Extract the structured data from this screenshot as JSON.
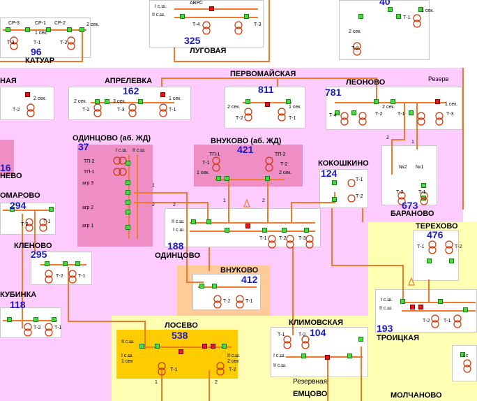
{
  "colors": {
    "pink_zone": "#ffccff",
    "yellow_zone": "#ffffb4",
    "hot_pink": "#ee8ec4",
    "line": "#f07a2a",
    "switch_on": "#44dd33",
    "switch_off": "#ee1111",
    "number": "#1a1acc"
  },
  "substations": {
    "katuar": {
      "name": "КАТУАР",
      "num": "96",
      "l1": "СР-3",
      "l2": "СР-1",
      "l3": "СР-2",
      "l4": "1 сек.",
      "l5": "2 сек.",
      "t1": "Т-3",
      "t2": "Т-1",
      "t3": "Т-2"
    },
    "lugovaya": {
      "name": "ЛУГОВАЯ",
      "num": "325",
      "l1": "I с.ш.",
      "l2": "II с.ш.",
      "l3": "АВРС",
      "t1": "Т-4",
      "t2": "Т-3"
    },
    "top_right": {
      "num": "40",
      "l1": "1 сек.",
      "l2": "2 сек.",
      "t1": "Т-1",
      "t2": "Т-2"
    },
    "left_top": {
      "name": "НАЯ",
      "l1": "2 сек.",
      "t1": "Т-2"
    },
    "aprelevka": {
      "name": "АПРЕЛЕВКА",
      "num": "162",
      "l1": "2 сек.",
      "l2": "3 сек.",
      "l3": "1 сек.",
      "t1": "Т-2",
      "t2": "Т-3",
      "t3": "Т-1"
    },
    "pervomaiskaya": {
      "name": "ПЕРВОМАЙСКАЯ",
      "num": "811",
      "l1": "2 сек.",
      "l2": "1 сек.",
      "t1": "Т-2",
      "t2": "Т-1"
    },
    "leonovo": {
      "name": "ЛЕОНОВО",
      "num": "781",
      "l1": "Резерв",
      "l2": "2 сек.",
      "l3": "1 сек.",
      "t1": "Т-4",
      "t2": "Т-2",
      "t3": "Т-1",
      "t4": "Т-3"
    },
    "odintsovo_zhd": {
      "name": "ОДИНЦОВО (аб. ЖД)",
      "num": "37",
      "l1": "I с.ш.",
      "l2": "II с.ш.",
      "l3": "ТП-2",
      "l4": "ТП-1",
      "l5": "агр 3",
      "l6": "агр 2",
      "l7": "агр 1",
      "n1": "1",
      "n2": "2"
    },
    "vnukovo_zhd": {
      "name": "ВНУКОВО (аб. ЖД)",
      "num": "421",
      "l1": "ТП-1",
      "l2": "ТП-2",
      "l3": "1 сек.",
      "l4": "2 сек.",
      "t1": "Т-1",
      "t2": "Т-2"
    },
    "kokoshkino": {
      "name": "КОКОШКИНО",
      "num": "124",
      "t1": "Т-1",
      "t2": "Т-2"
    },
    "baranovo": {
      "name": "БАРАНОВО",
      "num": "673",
      "l1": "№2",
      "l2": "№1",
      "t1": "Т-2",
      "t2": "Т-1",
      "n1": "2",
      "n2": "1"
    },
    "left_16": {
      "num": "16",
      "name": "НЕВО"
    },
    "komarovo": {
      "name": "ОМАРОВО",
      "num": "294",
      "t1": "Т-2",
      "t2": "Т-1"
    },
    "klenovo": {
      "name": "КЛЕНОВО",
      "num": "295",
      "t1": "Т-2",
      "t2": "Т-1"
    },
    "odintsovo": {
      "name": "ОДИНЦОВО",
      "num": "188",
      "l1": "II с.ш.",
      "l2": "I с.ш.",
      "t1": "Т-1",
      "t2": "Т-2",
      "t3": "Т-3",
      "n1": "1",
      "n2": "2",
      "n3": "1",
      "n4": "2"
    },
    "vnukovo": {
      "name": "ВНУКОВО",
      "num": "412",
      "t1": "Т-2",
      "t2": "Т-1"
    },
    "terekhovo": {
      "name": "ТЕРЕХОВО",
      "num": "476",
      "t1": "Т-1",
      "t2": "Т-2"
    },
    "troitskaya": {
      "name": "ТРОИЦКАЯ",
      "num": "193",
      "l1": "I с.ш.",
      "l2": "II с.ш.",
      "t1": "Т-2",
      "t2": "Т-1"
    },
    "kubinka": {
      "name": "КУБИНКА",
      "num": "118",
      "t1": "Т-2",
      "t2": "Т-1"
    },
    "losevo": {
      "name": "ЛОСЕВО",
      "num": "538",
      "l1": "II с.ш.",
      "l2": "I с.ш.",
      "l3": "1 сек",
      "l4": "2 сек",
      "l5": "II с.ш.",
      "t1": "Т-1",
      "t2": "Т-2",
      "n1": "1",
      "n2": "2"
    },
    "klimovskaya": {
      "name": "КЛИМОВСКАЯ",
      "num": "104",
      "l1": "I с.ш.",
      "l2": "II с.ш.",
      "t1": "Т-1",
      "t2": "Т-2"
    },
    "reserve": {
      "name": "Резервная"
    },
    "emtsovo": {
      "name": "ЕМЦОВО"
    },
    "molchanovo": {
      "name": "МОЛЧАНОВО"
    },
    "right_edge": {
      "l1": "I с"
    }
  }
}
